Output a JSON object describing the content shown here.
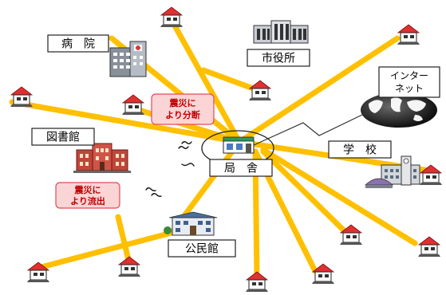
{
  "labels": {
    "hospital": "病　院",
    "city_hall": "市役所",
    "library": "図書館",
    "school": "学　校",
    "internet": [
      "インター",
      "ネット"
    ],
    "community_hall": "公民館",
    "station": "局　舎"
  },
  "callouts": {
    "cut": [
      "震災に",
      "より分断"
    ],
    "washed": [
      "震災に",
      "より流出"
    ]
  },
  "colors": {
    "cable": "#ffc000",
    "house_roof": "#e03030",
    "callout_fill": "#fbd4d6",
    "callout_border": "#e34b55",
    "callout_text": "#c00000"
  },
  "icons": [
    "house-icon",
    "hospital-building-icon",
    "city-hall-building-icon",
    "library-building-icon",
    "school-building-icon",
    "community-hall-icon",
    "station-building-icon",
    "globe-icon"
  ]
}
